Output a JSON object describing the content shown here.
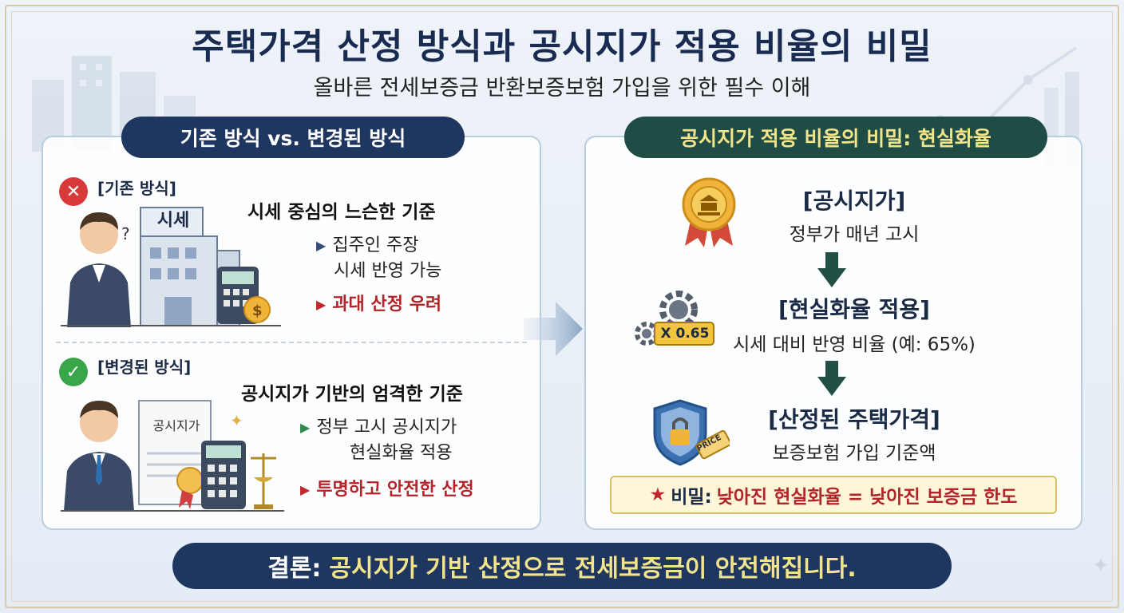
{
  "header": {
    "title": "주택가격 산정 방식과 공시지가 적용 비율의 비밀",
    "subtitle": "올바른 전세보증금 반환보증보험 가입을 위한 필수 이해"
  },
  "left_panel": {
    "pill_label": "기존 방식 vs. 변경된 방식",
    "old": {
      "tag": "[기존 방식]",
      "building_sign": "시세",
      "heading": "시세 중심의 느슨한 기준",
      "bullet_line1": "집주인 주장",
      "bullet_line2": "시세 반영 가능",
      "warning": "과대 산정 우려"
    },
    "new": {
      "tag": "[변경된 방식]",
      "document_label": "공시지가",
      "heading": "공시지가 기반의 엄격한 기준",
      "bullet_line1": "정부 고시 공시지가",
      "bullet_line2": "현실화율 적용",
      "result": "투명하고 안전한 산정"
    }
  },
  "right_panel": {
    "pill_label": "공시지가 적용 비율의 비밀: 현실화율",
    "steps": [
      {
        "title": "[공시지가]",
        "desc": "정부가 매년 고시"
      },
      {
        "title": "[현실화율 적용]",
        "desc": "시세 대비 반영 비율 (예: 65%)",
        "badge": "X 0.65"
      },
      {
        "title": "[산정된 주택가격]",
        "desc": "보증보험 가입 기준액",
        "tag_text": "PRICE"
      }
    ],
    "secret": {
      "star": "★",
      "label": "비밀:",
      "text": "낮아진 현실화율 = 낮아진 보증금 한도"
    }
  },
  "conclusion": {
    "label": "결론:",
    "text": "공시지가 기반 산정으로 전세보증금이 안전해집니다."
  },
  "colors": {
    "navy": "#1f3660",
    "teal": "#1f4d45",
    "gold_text": "#f2e48a",
    "red": "#c0262b",
    "green": "#3aa64a"
  }
}
